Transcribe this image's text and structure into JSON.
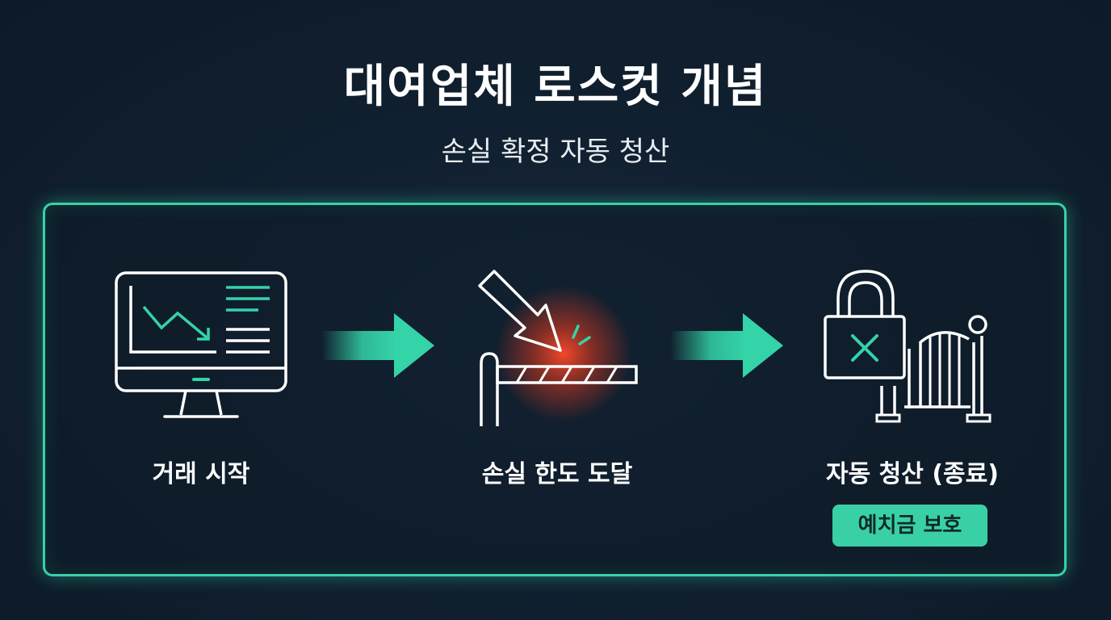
{
  "title": "대여업체 로스컷 개념",
  "subtitle": "손실 확정 자동 청산",
  "colors": {
    "accent": "#34d3a8",
    "background": "#112030",
    "alert": "#ff4a2a"
  },
  "steps": [
    {
      "label": "거래 시작",
      "icon": "monitor-chart-icon"
    },
    {
      "label": "손실 한도 도달",
      "icon": "barrier-arrow-icon"
    },
    {
      "label": "자동 청산 (종료)",
      "icon": "lock-gate-icon"
    }
  ],
  "badge": {
    "label": "예치금 보호"
  }
}
